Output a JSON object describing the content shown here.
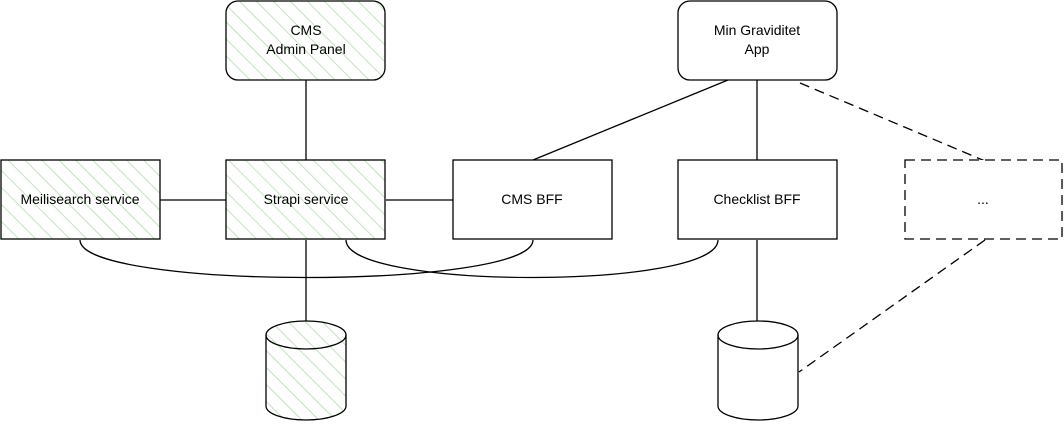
{
  "colors": {
    "stroke": "#000000",
    "hatch": "#a6dba0",
    "background": "#ffffff"
  },
  "nodes": {
    "cms_admin_panel": {
      "line1": "CMS",
      "line2": "Admin Panel",
      "style": "hatched"
    },
    "min_graviditet_app": {
      "line1": "Min Graviditet",
      "line2": "App",
      "style": "plain"
    },
    "meilisearch_service": {
      "label": "Meilisearch service",
      "style": "hatched"
    },
    "strapi_service": {
      "label": "Strapi service",
      "style": "hatched"
    },
    "cms_bff": {
      "label": "CMS BFF",
      "style": "plain"
    },
    "checklist_bff": {
      "label": "Checklist BFF",
      "style": "plain"
    },
    "placeholder": {
      "label": "...",
      "style": "dashed"
    },
    "strapi_database": {
      "shape": "cylinder",
      "style": "hatched"
    },
    "checklist_database": {
      "shape": "cylinder",
      "style": "plain"
    }
  },
  "edges": [
    {
      "from": "cms_admin_panel",
      "to": "strapi_service",
      "style": "solid"
    },
    {
      "from": "meilisearch_service",
      "to": "strapi_service",
      "style": "solid"
    },
    {
      "from": "strapi_service",
      "to": "cms_bff",
      "style": "solid"
    },
    {
      "from": "min_graviditet_app",
      "to": "cms_bff",
      "style": "solid"
    },
    {
      "from": "min_graviditet_app",
      "to": "checklist_bff",
      "style": "solid"
    },
    {
      "from": "min_graviditet_app",
      "to": "placeholder",
      "style": "dashed"
    },
    {
      "from": "meilisearch_service",
      "to": "cms_bff",
      "style": "solid-curved"
    },
    {
      "from": "strapi_service",
      "to": "checklist_bff",
      "style": "solid-curved"
    },
    {
      "from": "strapi_service",
      "to": "strapi_database",
      "style": "solid"
    },
    {
      "from": "checklist_bff",
      "to": "checklist_database",
      "style": "solid"
    },
    {
      "from": "placeholder",
      "to": "checklist_database",
      "style": "dashed"
    }
  ]
}
